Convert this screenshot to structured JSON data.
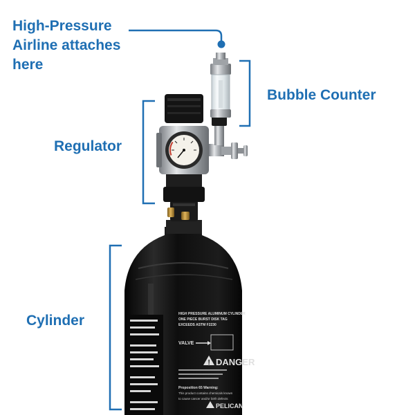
{
  "labels": {
    "high_pressure": [
      "High-Pressure",
      "Airline attaches",
      "here"
    ],
    "bubble_counter": "Bubble Counter",
    "regulator": "Regulator",
    "cylinder": "Cylinder"
  },
  "tank_text": {
    "spec_title": "HIGH PRESSURE ALUMINUM CYLINDER",
    "spec_line2": "ONE PIECE BURST DISK TAG",
    "spec_line3": "EXCEEDS ASTM F2230",
    "valve_label": "VALVE",
    "danger_label": "DANGER",
    "prop65_title": "Proposition 65 Warning:",
    "prop65_line": "This product contains chemicals known",
    "prop65_line2": "to cause cancer and/or birth defects",
    "brand": "PELICAN"
  },
  "colors": {
    "accent": "#1f6fb3",
    "tank": "#151515",
    "metal": "#b8bcc0"
  }
}
